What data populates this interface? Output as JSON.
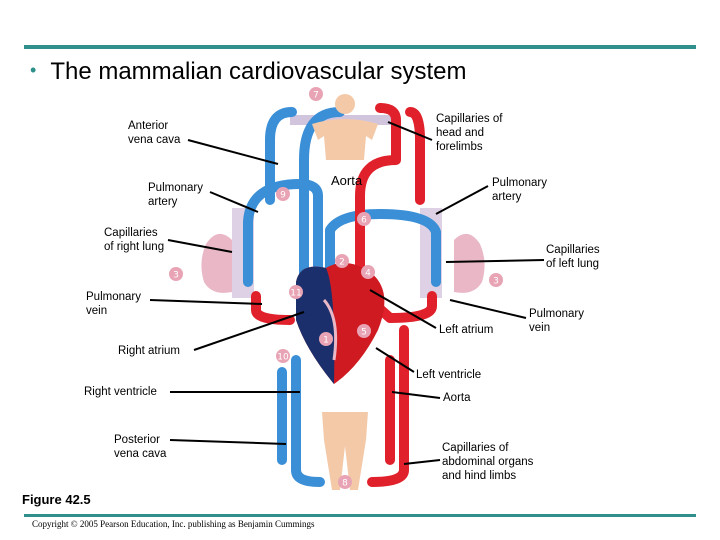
{
  "slide": {
    "bullet": "•",
    "title": "The mammalian cardiovascular system",
    "figure": "Figure 42.5",
    "copyright": "Copyright © 2005 Pearson Education, Inc. publishing as Benjamin Cummings"
  },
  "labels": {
    "anterior_vena_cava": "Anterior\nvena cava",
    "capillaries_head": "Capillaries of\nhead and\nforelimbs",
    "pulmonary_artery_left": "Pulmonary\nartery",
    "aorta_top": "Aorta",
    "pulmonary_artery_right": "Pulmonary\nartery",
    "capillaries_right_lung": "Capillaries\nof right lung",
    "capillaries_left_lung": "Capillaries\nof left lung",
    "pulmonary_vein_left": "Pulmonary\nvein",
    "pulmonary_vein_right": "Pulmonary\nvein",
    "left_atrium": "Left atrium",
    "right_atrium": "Right atrium",
    "left_ventricle": "Left ventricle",
    "right_ventricle": "Right ventricle",
    "aorta_bottom": "Aorta",
    "posterior_vena_cava": "Posterior\nvena cava",
    "capillaries_abdominal": "Capillaries of\nabdominal organs\nand hind limbs"
  },
  "steps": [
    "7",
    "9",
    "6",
    "2",
    "3",
    "4",
    "3",
    "11",
    "5",
    "1",
    "10",
    "8"
  ],
  "colors": {
    "oxygen_poor": "#3b8fd6",
    "oxygen_rich": "#e0202a",
    "badge": "#e8a4b4",
    "skin": "#f3c9a8",
    "lung": "#e9b7c6",
    "heart_dark": "#1a2f6b",
    "accent_rule": "#2f8f8a"
  }
}
